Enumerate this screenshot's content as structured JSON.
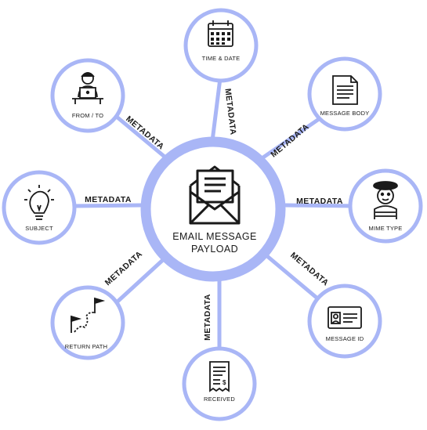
{
  "colors": {
    "ring": "#a9b6f6",
    "ring_light": "#c9d3fb",
    "stroke": "#1a1a1a",
    "background": "#ffffff"
  },
  "center": {
    "line1": "EMAIL MESSAGE",
    "line2": "PAYLOAD",
    "icon": "envelope-icon"
  },
  "connector_label": "METADATA",
  "nodes": [
    {
      "id": "time",
      "label": "TIME & DATE",
      "icon": "calendar-icon"
    },
    {
      "id": "body",
      "label": "MESSAGE BODY",
      "icon": "document-icon"
    },
    {
      "id": "mime",
      "label": "MIME TYPE",
      "icon": "mime-icon"
    },
    {
      "id": "msgid",
      "label": "MESSAGE ID",
      "icon": "id-card-icon"
    },
    {
      "id": "received",
      "label": "RECEIVED",
      "icon": "receipt-icon"
    },
    {
      "id": "return",
      "label": "RETURN PATH",
      "icon": "flags-path-icon"
    },
    {
      "id": "subject",
      "label": "SUBJECT",
      "icon": "lightbulb-icon"
    },
    {
      "id": "fromto",
      "label": "FROM / TO",
      "icon": "person-laptop-icon"
    }
  ]
}
